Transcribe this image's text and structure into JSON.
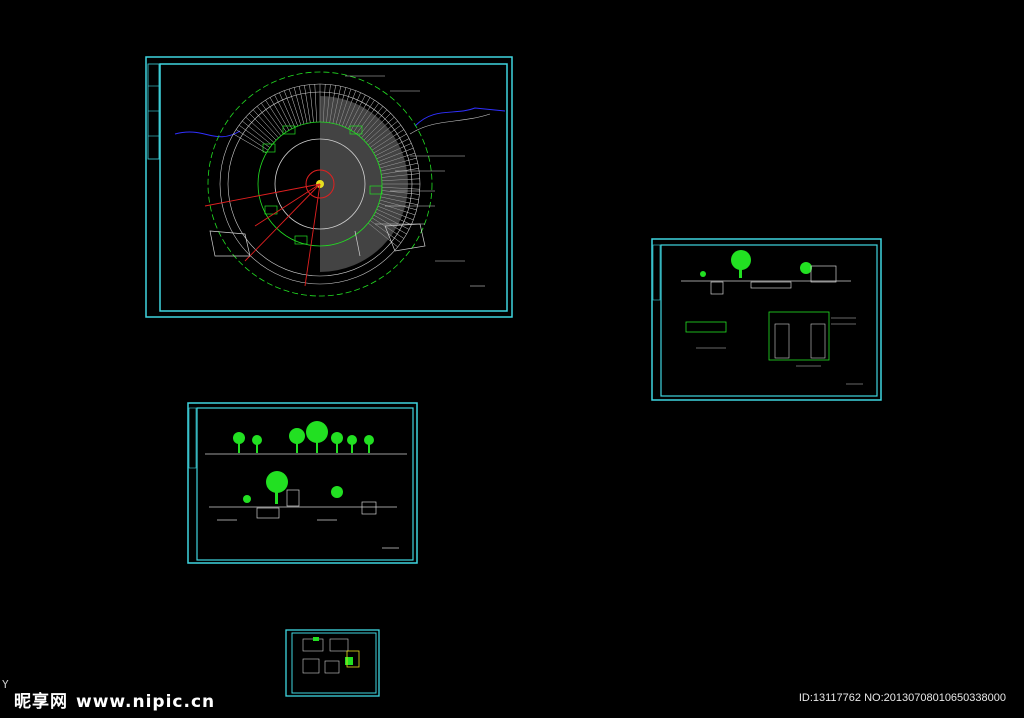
{
  "watermark": {
    "brand": "昵享网",
    "url": "www.nipic.cn",
    "id_text": "ID:13117762 NO:20130708010650338000"
  },
  "colors": {
    "background": "#000000",
    "frame": "#3fd6e0",
    "green": "#22e022",
    "white": "#e6e6e6",
    "red": "#e02020",
    "blue": "#3030ff",
    "yellow": "#e6e020"
  },
  "drawings": [
    {
      "id": "plaza-plan",
      "content": "circular plaza site plan"
    },
    {
      "id": "detail-section",
      "content": "wall / planter section details"
    },
    {
      "id": "elevation-sheet",
      "content": "tree elevations and sections"
    },
    {
      "id": "small-details",
      "content": "small detail sheet"
    }
  ]
}
